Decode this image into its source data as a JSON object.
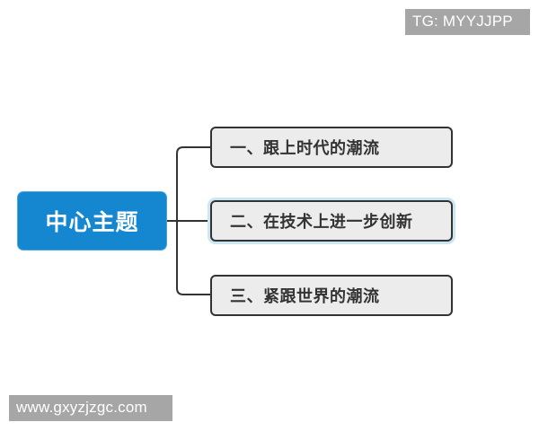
{
  "watermarks": {
    "top_right": "TG: MYYJJPP",
    "bottom_left": "www.gxyzjzgc.com"
  },
  "mindmap": {
    "central_topic": "中心主题",
    "branches": [
      {
        "label": "一、跟上时代的潮流",
        "selected": false
      },
      {
        "label": "二、在技术上进一步创新",
        "selected": true
      },
      {
        "label": "三、紧跟世界的潮流",
        "selected": false
      }
    ]
  },
  "colors": {
    "central_fill": "#1487d0",
    "branch_fill": "#ececec",
    "branch_border": "#333333",
    "connector": "#333333",
    "selection_halo": "#c9e6f2",
    "watermark_bg": "#a6a6a6"
  }
}
